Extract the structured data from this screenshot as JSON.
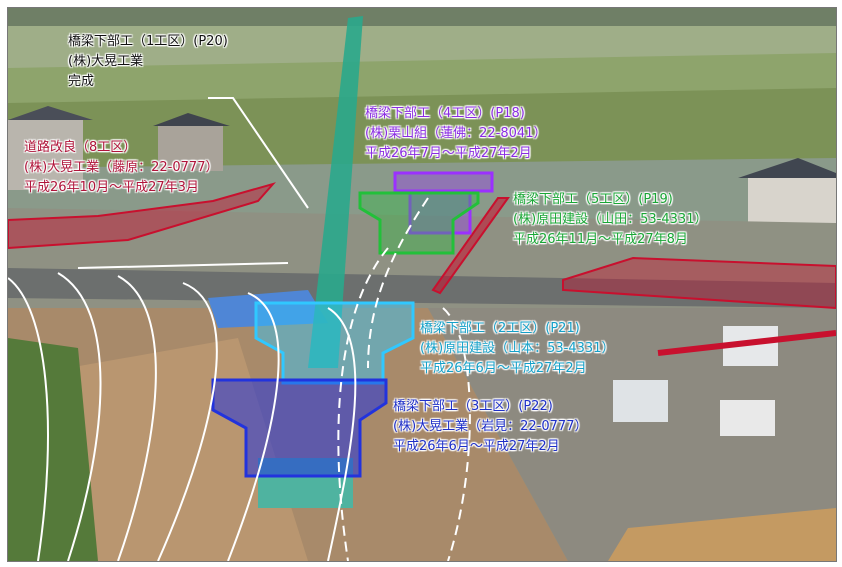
{
  "labels": {
    "p20": {
      "line1": "橋梁下部工（1工区）(P20)",
      "line2": "(株)大晃工業",
      "line3": "完成",
      "color": "#111111"
    },
    "road8": {
      "line1": "道路改良（8工区）",
      "line2": "(株)大晃工業（藤原：22-0777）",
      "line3": "平成26年10月～平成27年3月",
      "color": "#b0143a"
    },
    "p18": {
      "line1": "橋梁下部工（4工区）(P18)",
      "line2": "(株)栗山組（蓮佛：22-8041）",
      "line3": "平成26年7月～平成27年2月",
      "color": "#8a2be2"
    },
    "p19": {
      "line1": "橋梁下部工（5工区）(P19)",
      "line2": "(株)原田建設（山田：53-4331）",
      "line3": "平成26年11月～平成27年8月",
      "color": "#19a635"
    },
    "p21": {
      "line1": "橋梁下部工（2工区）(P21)",
      "line2": "(株)原田建設（山本：53-4331）",
      "line3": "平成26年6月～平成27年2月",
      "color": "#14a0c8"
    },
    "p22": {
      "line1": "橋梁下部工（3工区）(P22)",
      "line2": "(株)大晃工業（岩見：22-0777）",
      "line3": "平成26年6月～平成27年2月",
      "color": "#1e2fc8"
    }
  },
  "colors": {
    "red_zone": "#c8102e",
    "green_pier": "#22c03a",
    "purple_pier": "#9b30ff",
    "cyan_pier": "#30c8ff",
    "blue_pier": "#2233dd"
  }
}
